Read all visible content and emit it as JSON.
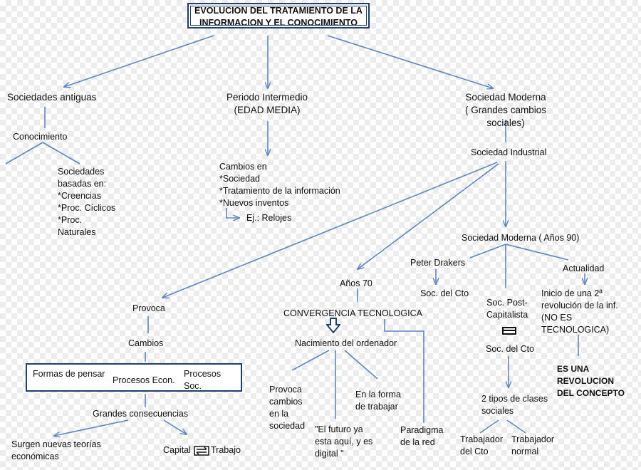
{
  "title": {
    "line1": "EVOLUCION DEL TRATAMIENTO DE LA",
    "line2": "INFORMACION Y EL CONOCIMIENTO"
  },
  "branches": {
    "antiguas": {
      "label": "Sociedades antiguas",
      "conocimiento": "Conocimiento",
      "basadas": "Sociedades\nbasadas en:\n*Creencias\n*Proc. Cíclicos\n*Proc.\nNaturales"
    },
    "intermedio": {
      "label": "Periodo Intermedio\n(EDAD MEDIA)",
      "cambios": "Cambios en\n*Sociedad\n*Tratamiento de la información\n*Nuevos inventos",
      "ejemplo": "Ej.: Relojes"
    },
    "moderna": {
      "label": "Sociedad Moderna\n( Grandes cambios sociales)",
      "industrial": "Sociedad Industrial",
      "anos90": "Sociedad Moderna ( Años 90)",
      "drakers": "Peter Drakers",
      "soc_cto_1": "Soc. del Cto",
      "post_capitalista": "Soc. Post-\nCapitalista",
      "soc_cto_2": "Soc. del Cto",
      "actualidad": "Actualidad",
      "revolucion": "Inicio de una 2ª\nrevolución de la inf.\n(NO ES\nTECNOLOGICA)",
      "es_revolucion": "ES UNA\nREVOLUCION\nDEL CONCEPTO",
      "tipos_clases": "2 tipos de clases\nsociales",
      "trabajador_cto": "Trabajador\ndel Cto",
      "trabajador_normal": "Trabajador\nnormal"
    },
    "provoca": {
      "label": "Provoca",
      "cambios": "Cambios",
      "formas": "Formas de pensar",
      "procesos_econ": "Procesos Econ.",
      "procesos_soc": "Procesos Soc.",
      "consecuencias": "Grandes consecuencias",
      "teorias": "Surgen nuevas teorías\neconómicas",
      "capital": "Capital",
      "trabajo": "Trabajo"
    },
    "anos70": {
      "label": "Años 70",
      "convergencia": "CONVERGENCIA TECNOLOGICA",
      "nacimiento": "Nacimiento del ordenador",
      "provoca_cambios": "Provoca\ncambios\nen la\nsociedad",
      "futuro": "\"El futuro ya\nesta aquí, y es\ndigital \"",
      "forma_trabajar": "En la forma\nde trabajar",
      "paradigma": "Paradigma\nde la red"
    }
  },
  "colors": {
    "line": "#5b86c4",
    "dark_border": "#1f3f6e",
    "text": "#111111"
  }
}
